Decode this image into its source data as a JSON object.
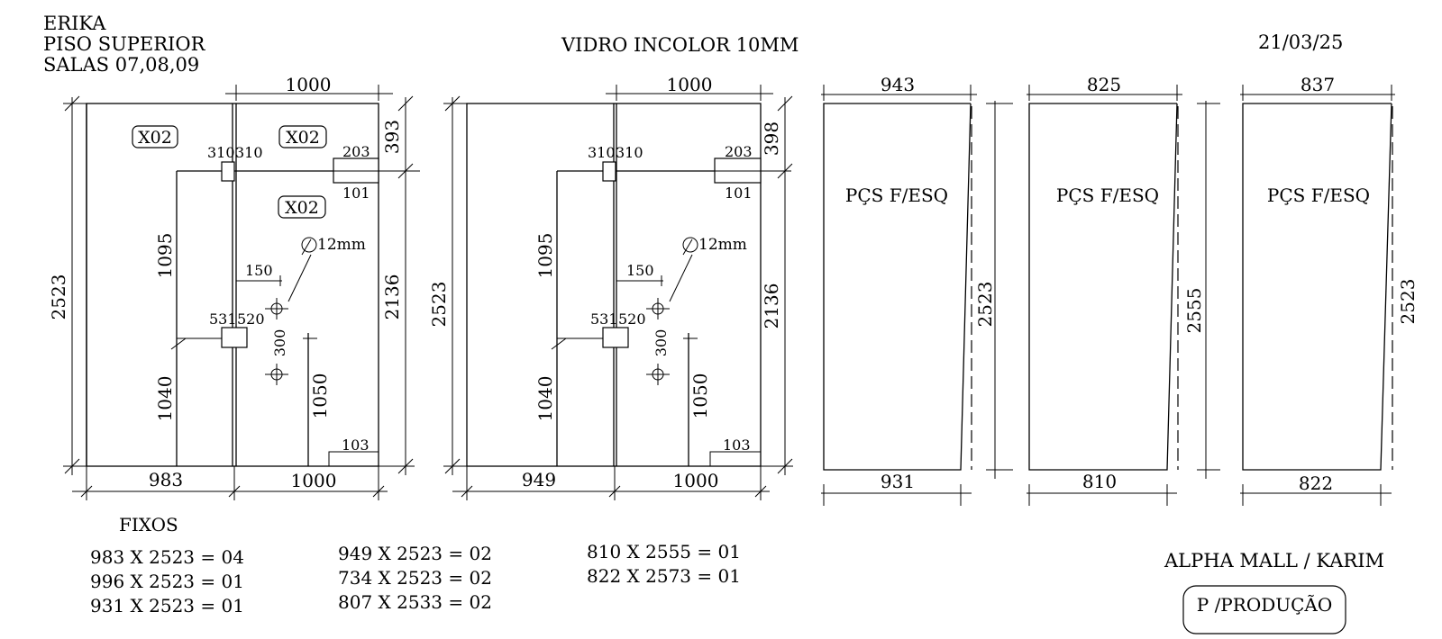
{
  "header": {
    "lines": [
      "ERIKA",
      "PISO SUPERIOR",
      "SALAS 07,08,09"
    ],
    "glass_type": "VIDRO INCOLOR 10MM",
    "date": "21/03/25"
  },
  "panel1": {
    "width_top": "1000",
    "height_total": "2523",
    "dim_right_top": "393",
    "dim_right": "2136",
    "left_upper": "1095",
    "left_lower": "1040",
    "right_lower": "1050",
    "bottom_left": "983",
    "bottom_right": "1000",
    "hinge_top_left": "310",
    "hinge_top_right": "310",
    "hinge_mid_left": "531",
    "hinge_mid_right": "520",
    "clamp_top": "203",
    "clamp_mid": "101",
    "clamp_bottom": "103",
    "hole_offset": "150",
    "hole_spacing": "300",
    "hole_diameter": "12mm",
    "tag1": "X02",
    "tag2": "X02",
    "tag3": "X02"
  },
  "panel2": {
    "width_top": "1000",
    "height_total": "2523",
    "dim_right_top": "398",
    "dim_right": "2136",
    "left_upper": "1095",
    "left_lower": "1040",
    "right_lower": "1050",
    "bottom_left": "949",
    "bottom_right": "1000",
    "hinge_top_left": "310",
    "hinge_top_right": "310",
    "hinge_mid_left": "531",
    "hinge_mid_right": "520",
    "clamp_top": "203",
    "clamp_mid": "101",
    "clamp_bottom": "103",
    "hole_offset": "150",
    "hole_spacing": "300",
    "hole_diameter": "12mm"
  },
  "trapezoids": [
    {
      "top": "943",
      "bottom": "931",
      "height": "2523",
      "label": "PÇS F/ESQ"
    },
    {
      "top": "825",
      "bottom": "810",
      "height": "2555",
      "label": "PÇS F/ESQ"
    },
    {
      "top": "837",
      "bottom": "822",
      "height": "2523",
      "label": "PÇS F/ESQ"
    }
  ],
  "fixos": {
    "title": "FIXOS",
    "col1": [
      "983 X 2523 = 04",
      "996 X 2523 = 01",
      "931 X 2523 = 01"
    ],
    "col2": [
      "949 X 2523 = 02",
      "734 X 2523 = 02",
      "807 X 2533 = 02"
    ],
    "col3": [
      "810 X 2555 = 01",
      "822 X 2573 = 01"
    ]
  },
  "footer": {
    "client": "ALPHA MALL / KARIM",
    "stamp": "P /PRODUÇÃO"
  }
}
